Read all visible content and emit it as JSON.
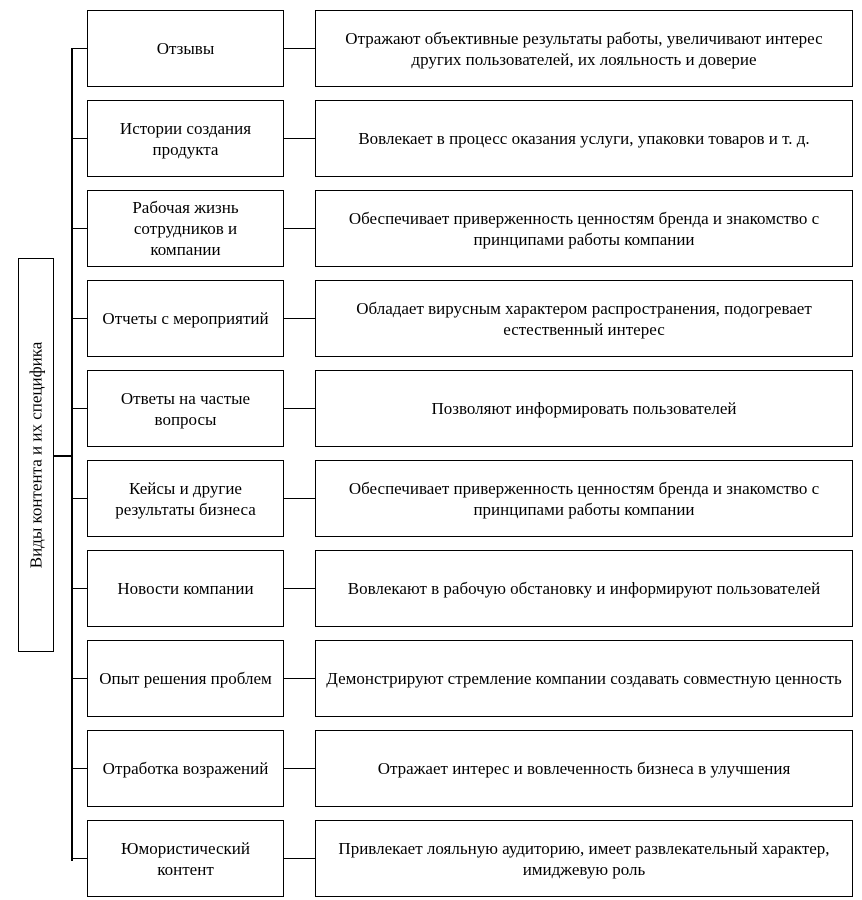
{
  "diagram": {
    "root_label": "Виды контента и их специфика",
    "rows": [
      {
        "type": "Отзывы",
        "description": "Отражают объективные результаты работы, увеличивают интерес других пользователей, их лояльность и доверие"
      },
      {
        "type": "Истории создания продукта",
        "description": "Вовлекает в процесс оказания услуги, упаковки товаров и т. д."
      },
      {
        "type": "Рабочая жизнь сотрудников и компании",
        "description": "Обеспечивает приверженность ценностям бренда и знакомство с принципами работы компании"
      },
      {
        "type": "Отчеты с мероприятий",
        "description": "Обладает вирусным характером распространения, подогревает естественный интерес"
      },
      {
        "type": "Ответы на частые вопросы",
        "description": "Позволяют информировать пользователей"
      },
      {
        "type": "Кейсы и другие результаты бизнеса",
        "description": "Обеспечивает приверженность ценностям бренда и знакомство с принципами работы компании"
      },
      {
        "type": "Новости компании",
        "description": "Вовлекают в рабочую обстановку и информируют пользователей"
      },
      {
        "type": "Опыт решения проблем",
        "description": "Демонстрируют стремление компании создавать совместную ценность"
      },
      {
        "type": "Отработка возражений",
        "description": "Отражает интерес и вовлеченность бизнеса в улучшения"
      },
      {
        "type": "Юмористический контент",
        "description": "Привлекает лояльную аудиторию, имеет развлекательный характер, имиджевую роль"
      }
    ]
  }
}
